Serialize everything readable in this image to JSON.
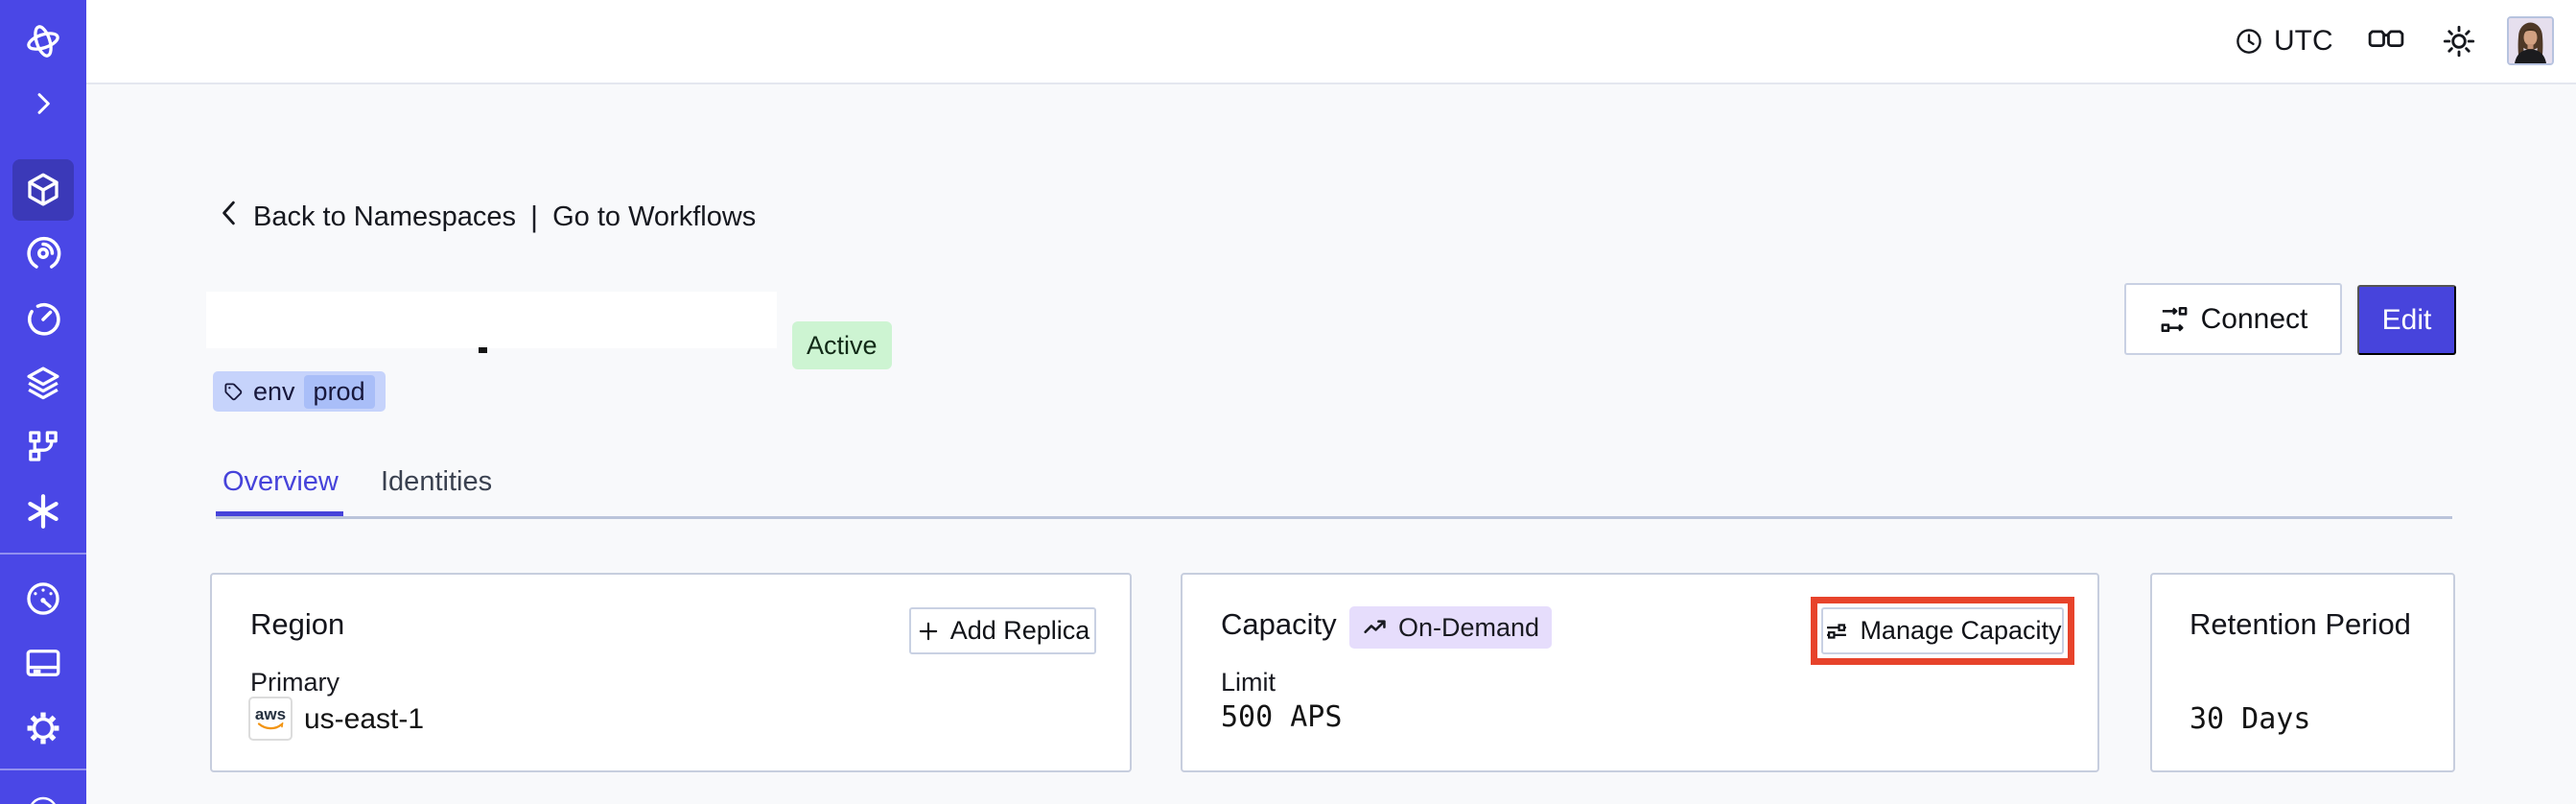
{
  "colors": {
    "sidebar": "#4a47e6",
    "sidebar_active_item": "#3b39b8",
    "accent_indigo": "#4744dc",
    "active_badge_bg": "#cdf4d2",
    "tag_chip_bg": "#c6d3fb",
    "tag_value_bg": "#a9bef8",
    "ondemand_badge_bg": "#e6ddfc",
    "annotation_red": "#e7432b",
    "aws_orange": "#f29411",
    "card_border": "#c7cede",
    "page_bg": "#f8f9fb"
  },
  "sidebar": {
    "items": [
      {
        "icon": "temporal-logo-icon"
      },
      {
        "icon": "chevron-right-icon"
      },
      {
        "icon": "namespaces-cube-icon",
        "active": true
      },
      {
        "icon": "nexus-spiral-icon"
      },
      {
        "icon": "schedules-clock-icon"
      },
      {
        "icon": "layers-icon"
      },
      {
        "icon": "branch-icon"
      },
      {
        "icon": "asterisk-icon"
      },
      {
        "icon": "usage-gauge-icon"
      },
      {
        "icon": "billing-card-icon"
      },
      {
        "icon": "settings-gear-icon"
      },
      {
        "icon": "partial-bottom-icon"
      }
    ]
  },
  "topbar": {
    "timezone_label": "UTC",
    "icons": [
      "clock-icon",
      "glasses-icon",
      "sun-icon"
    ],
    "avatar": "user-avatar"
  },
  "breadcrumb": {
    "back": "Back to Namespaces",
    "separator": "|",
    "forward": "Go to Workflows"
  },
  "namespace": {
    "status_badge": "Active",
    "tag": {
      "key": "env",
      "value": "prod"
    }
  },
  "header_actions": {
    "connect_label": "Connect",
    "edit_label": "Edit"
  },
  "tabs": [
    {
      "label": "Overview",
      "active": true
    },
    {
      "label": "Identities",
      "active": false
    }
  ],
  "cards": {
    "region": {
      "title": "Region",
      "add_replica_label": "Add Replica",
      "field_label": "Primary",
      "provider": "aws",
      "value": "us-east-1"
    },
    "capacity": {
      "title": "Capacity",
      "badge_label": "On-Demand",
      "manage_label": "Manage Capacity",
      "field_label": "Limit",
      "value": "500 APS"
    },
    "retention": {
      "title": "Retention Period",
      "value": "30 Days"
    }
  }
}
